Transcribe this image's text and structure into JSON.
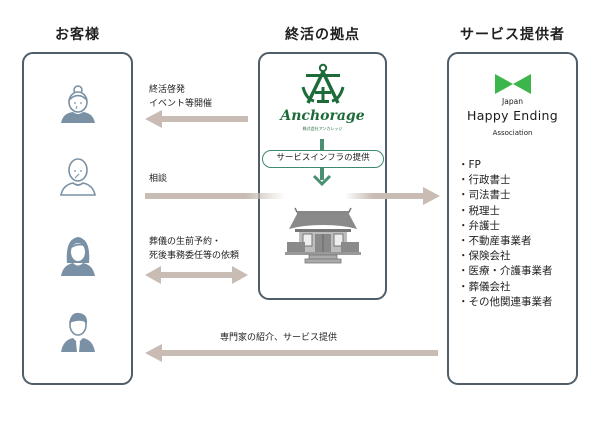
{
  "columns": {
    "customers": {
      "title": "お客様"
    },
    "hub": {
      "title": "終活の拠点"
    },
    "providers": {
      "title": "サービス提供者"
    }
  },
  "hub": {
    "logo_name": "Anchorage",
    "logo_subtitle": "株式会社アンカレッジ",
    "infra_label": "サービスインフラの提供",
    "brand_color": "#1e6b3a",
    "icon": "temple-icon"
  },
  "providers": {
    "logo": {
      "line1": "Japan",
      "line2": "Happy Ending",
      "line3": "Association",
      "color": "#3cb54a"
    },
    "items": [
      "FP",
      "行政書士",
      "司法書士",
      "税理士",
      "弁護士",
      "不動産事業者",
      "保険会社",
      "医療・介護事業者",
      "葬儀会社",
      "その他関連事業者"
    ]
  },
  "customers": {
    "icons": [
      "elderly-woman-icon",
      "elderly-man-icon",
      "woman-icon",
      "businessman-icon"
    ],
    "icon_color": "#7a90a4"
  },
  "flows": {
    "events": {
      "line1": "終活啓発",
      "line2": "イベント等開催"
    },
    "consultation": {
      "label": "相談"
    },
    "reservation": {
      "line1": "葬儀の生前予約・",
      "line2": "死後事務委任等の依頼"
    },
    "referral": {
      "label": "専門家の紹介、サービス提供"
    },
    "arrow_color": "#c8bcb4"
  }
}
